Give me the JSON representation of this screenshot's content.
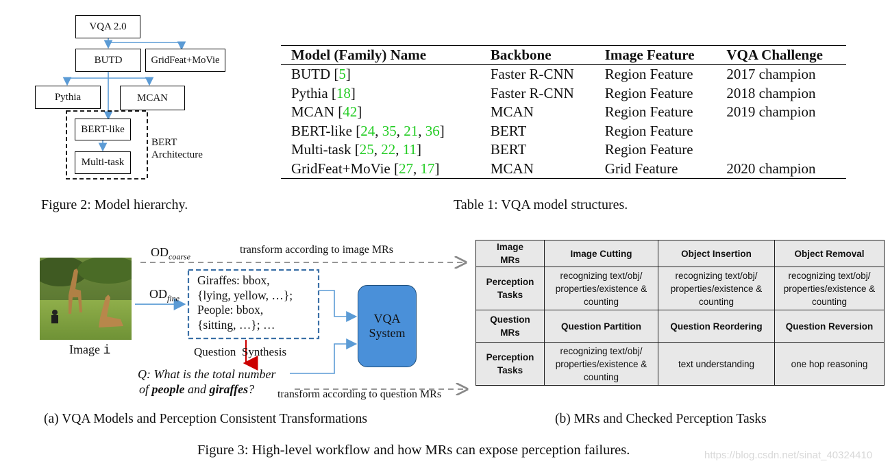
{
  "figure2": {
    "nodes": {
      "vqa": "VQA 2.0",
      "butd": "BUTD",
      "gridfeat": "GridFeat+MoVie",
      "pythia": "Pythia",
      "mcan": "MCAN",
      "bertlike": "BERT-like",
      "multitask": "Multi-task"
    },
    "group_label_line1": "BERT",
    "group_label_line2": "Architecture",
    "caption": "Figure 2: Model hierarchy."
  },
  "table1": {
    "headers": [
      "Model (Family) Name",
      "Backbone",
      "Image Feature",
      "VQA Challenge"
    ],
    "rows": [
      {
        "name": "BUTD [",
        "cites": [
          "5"
        ],
        "backbone": "Faster R-CNN",
        "feature": "Region Feature",
        "challenge": "2017 champion"
      },
      {
        "name": "Pythia [",
        "cites": [
          "18"
        ],
        "backbone": "Faster R-CNN",
        "feature": "Region Feature",
        "challenge": "2018 champion"
      },
      {
        "name": "MCAN [",
        "cites": [
          "42"
        ],
        "backbone": "MCAN",
        "feature": "Region Feature",
        "challenge": "2019 champion"
      },
      {
        "name": "BERT-like [",
        "cites": [
          "24",
          "35",
          "21",
          "36"
        ],
        "backbone": "BERT",
        "feature": "Region Feature",
        "challenge": ""
      },
      {
        "name": "Multi-task [",
        "cites": [
          "25",
          "22",
          "11"
        ],
        "backbone": "BERT",
        "feature": "Region Feature",
        "challenge": ""
      },
      {
        "name": "GridFeat+MoVie [",
        "cites": [
          "27",
          "17"
        ],
        "backbone": "MCAN",
        "feature": "Grid Feature",
        "challenge": "2020 champion"
      }
    ],
    "caption": "Table 1: VQA model structures.",
    "cite_color": "#22cc22"
  },
  "figure3a": {
    "od_coarse_main": "OD",
    "od_coarse_sub": "coarse",
    "od_fine_main": "OD",
    "od_fine_sub": "fine",
    "transform_image": "transform according to image MRs",
    "transform_question": "transform according to question MRs",
    "box_lines": [
      "Giraffes: bbox,",
      "{lying, yellow, …};",
      "People: bbox,",
      "{sitting, …}; …"
    ],
    "vqa_system_line1": "VQA",
    "vqa_system_line2": "System",
    "vqa_color": "#4a90d9",
    "question_synthesis": "Question  Synthesis",
    "question_line1": "Q: What is the total number",
    "question_line2_a": "of ",
    "question_line2_b": "people",
    "question_line2_c": " and ",
    "question_line2_d": "giraffes",
    "question_line2_e": "?",
    "image_label_main": "Image ",
    "image_label_var": "i",
    "caption": "(a) VQA Models and Perception Consistent Transformations"
  },
  "figure3b": {
    "rows": [
      [
        "Image MRs",
        "Image Cutting",
        "Object Insertion",
        "Object Removal"
      ],
      [
        "Perception Tasks",
        "recognizing text/obj/ properties/existence & counting",
        "recognizing text/obj/ properties/existence & counting",
        "recognizing text/obj/ properties/existence & counting"
      ],
      [
        "Question MRs",
        "Question Partition",
        "Question Reordering",
        "Question Reversion"
      ],
      [
        "Perception Tasks",
        "recognizing text/obj/ properties/existence & counting",
        "text understanding",
        "one hop reasoning"
      ]
    ],
    "caption": "(b) MRs and Checked Perception Tasks"
  },
  "figure3_caption": "Figure 3: High-level workflow and how MRs can expose perception failures.",
  "watermark": "https://blog.csdn.net/sinat_40324410"
}
